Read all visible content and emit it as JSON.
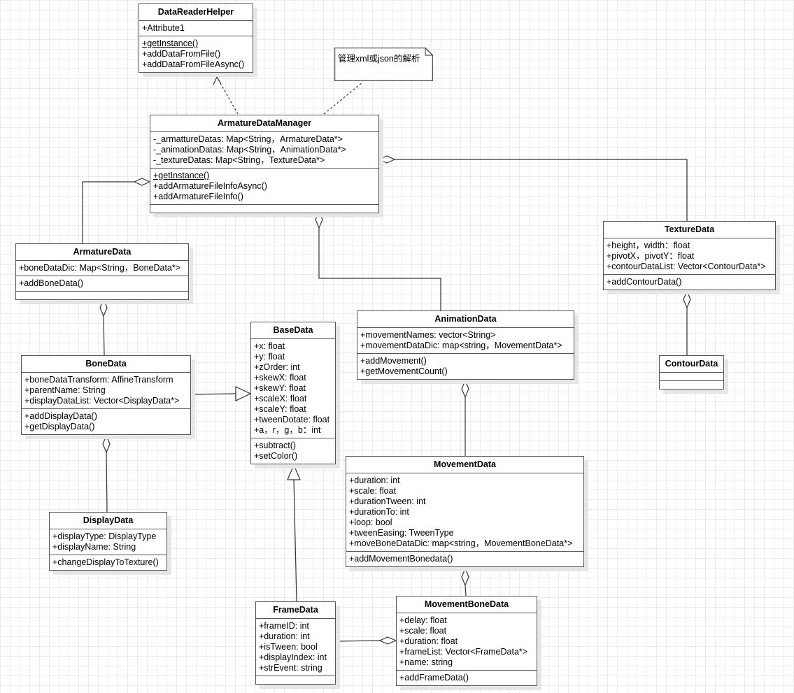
{
  "note": {
    "text": "管理xml或json的解析"
  },
  "classes": [
    {
      "id": "data-reader-helper",
      "name": "DataReaderHelper",
      "attrs": [
        "+Attribute1"
      ],
      "ops": [
        "+getInstance()",
        "+addDataFromFile()",
        "+addDataFromFileAsync()"
      ],
      "static_ops": [
        0
      ]
    },
    {
      "id": "armature-data-manager",
      "name": "ArmatureDataManager",
      "attrs": [
        "-_armattureDatas: Map<String，ArmatureData*>",
        "-_animationDatas: Map<String，AnimationData*>",
        "-_textureDatas: Map<String，TextureData*>"
      ],
      "ops": [
        "+getInstance()",
        "+addArmatureFileInfoAsync()",
        "+addArmatureFileInfo()"
      ],
      "static_ops": [
        0
      ],
      "extra": true
    },
    {
      "id": "armature-data",
      "name": "ArmatureData",
      "attrs": [
        "+boneDataDic: Map<String，BoneData*>"
      ],
      "ops": [
        "+addBoneData()"
      ],
      "extra": true
    },
    {
      "id": "bone-data",
      "name": "BoneData",
      "attrs": [
        "+boneDataTransform: AffineTransform",
        "+parentName: String",
        "+displayDataList: Vector<DisplayData*>"
      ],
      "ops": [
        "+addDisplayData()",
        "+getDisplayData()"
      ]
    },
    {
      "id": "base-data",
      "name": "BaseData",
      "attrs": [
        "+x: float",
        "+y: float",
        "+zOrder: int",
        "+skewX: float",
        "+skewY: float",
        "+scaleX: float",
        "+scaleY: float",
        "+tweenDotate: float",
        "+a，r，g，b：int"
      ],
      "ops": [
        "+subtract()",
        "+setColor()"
      ]
    },
    {
      "id": "display-data",
      "name": "DisplayData",
      "attrs": [
        "+displayType: DisplayType",
        "+displayName: String"
      ],
      "ops": [
        "+changeDisplayToTexture()"
      ]
    },
    {
      "id": "animation-data",
      "name": "AnimationData",
      "attrs": [
        "+movementNames: vector<String>",
        "+movementDataDic: map<string，MovementData*>"
      ],
      "ops": [
        "+addMovement()",
        "+getMovementCount()"
      ]
    },
    {
      "id": "texture-data",
      "name": "TextureData",
      "attrs": [
        "+height，width：float",
        "+pivotX，pivotY：float",
        "+contourDataList: Vector<ContourData*>"
      ],
      "ops": [
        "+addContourData()"
      ]
    },
    {
      "id": "contour-data",
      "name": "ContourData",
      "attrs": [],
      "ops": []
    },
    {
      "id": "movement-data",
      "name": "MovementData",
      "attrs": [
        "+duration: int",
        "+scale: float",
        "+durationTween: int",
        "+durationTo: int",
        "+loop: bool",
        "+tweenEasing: TweenType",
        "+moveBoneDataDic: map<string，MovementBoneData*>"
      ],
      "ops": [
        "+addMovementBonedata()"
      ]
    },
    {
      "id": "frame-data",
      "name": "FrameData",
      "attrs": [
        "+frameID: int",
        "+duration: int",
        "+isTween: bool",
        "+displayIndex: int",
        "+strEvent: string"
      ],
      "ops": []
    },
    {
      "id": "movement-bone-data",
      "name": "MovementBoneData",
      "attrs": [
        "+delay: float",
        "+scale: float",
        "+duration: float",
        "+frameList: Vector<FrameData*>",
        "+name: string"
      ],
      "ops": [
        "+addFrameData()"
      ]
    }
  ]
}
